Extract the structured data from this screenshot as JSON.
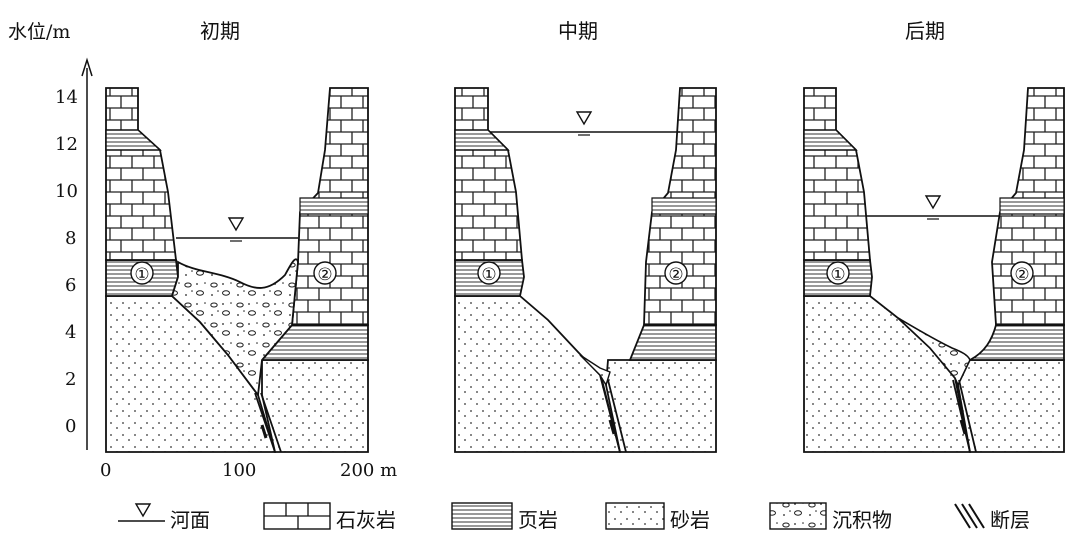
{
  "y_axis": {
    "label": "水位/m",
    "ticks": [
      "14",
      "12",
      "10",
      "8",
      "6",
      "4",
      "2",
      "0"
    ]
  },
  "x_axis": {
    "ticks": [
      "0",
      "100",
      "200 m"
    ]
  },
  "panels": [
    {
      "title": "初期",
      "left_label": "①",
      "right_label": "②"
    },
    {
      "title": "中期",
      "left_label": "①",
      "right_label": "②"
    },
    {
      "title": "后期",
      "left_label": "①",
      "right_label": "②"
    }
  ],
  "legend": [
    {
      "icon": "water-surface-symbol",
      "label": "河面"
    },
    {
      "icon": "limestone-pattern",
      "label": "石灰岩"
    },
    {
      "icon": "shale-pattern",
      "label": "页岩"
    },
    {
      "icon": "sandstone-pattern",
      "label": "砂岩"
    },
    {
      "icon": "sediment-pattern",
      "label": "沉积物"
    },
    {
      "icon": "fault-symbol",
      "label": "断层"
    }
  ]
}
